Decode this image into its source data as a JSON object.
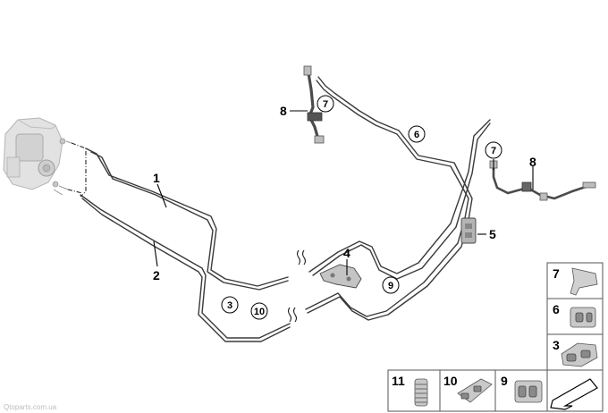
{
  "diagram": {
    "callouts": {
      "c1": "1",
      "c2": "2",
      "c3": "3",
      "c4": "4",
      "c5": "5",
      "c6": "6",
      "c7a": "7",
      "c7b": "7",
      "c8a": "8",
      "c8b": "8",
      "c9": "9",
      "c10": "10"
    },
    "legend": {
      "items": [
        {
          "number": "7"
        },
        {
          "number": "6"
        },
        {
          "number": "3"
        },
        {
          "number": "11"
        },
        {
          "number": "10"
        },
        {
          "number": "9"
        }
      ]
    },
    "watermark": "Qtoparts.com.ua"
  }
}
